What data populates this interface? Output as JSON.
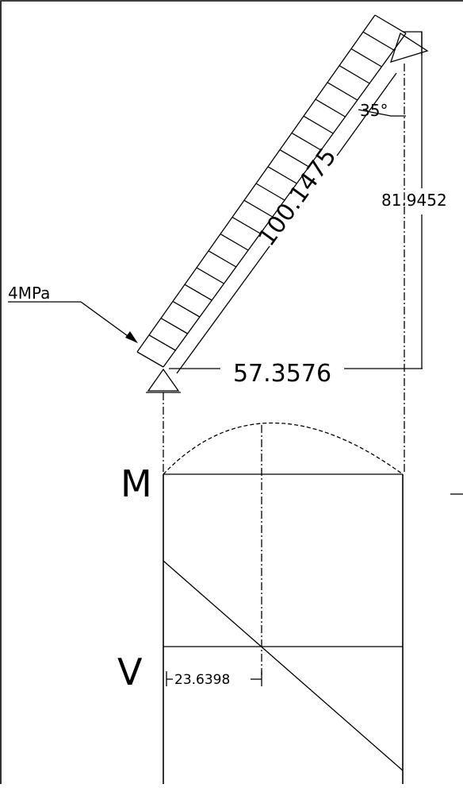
{
  "labels": {
    "load": "4MPa",
    "beam_length": "100.1475",
    "height": "81.9452",
    "span": "57.3576",
    "angle": "35°",
    "moment": "M",
    "shear": "V",
    "zero_shear": "23.6398"
  }
}
